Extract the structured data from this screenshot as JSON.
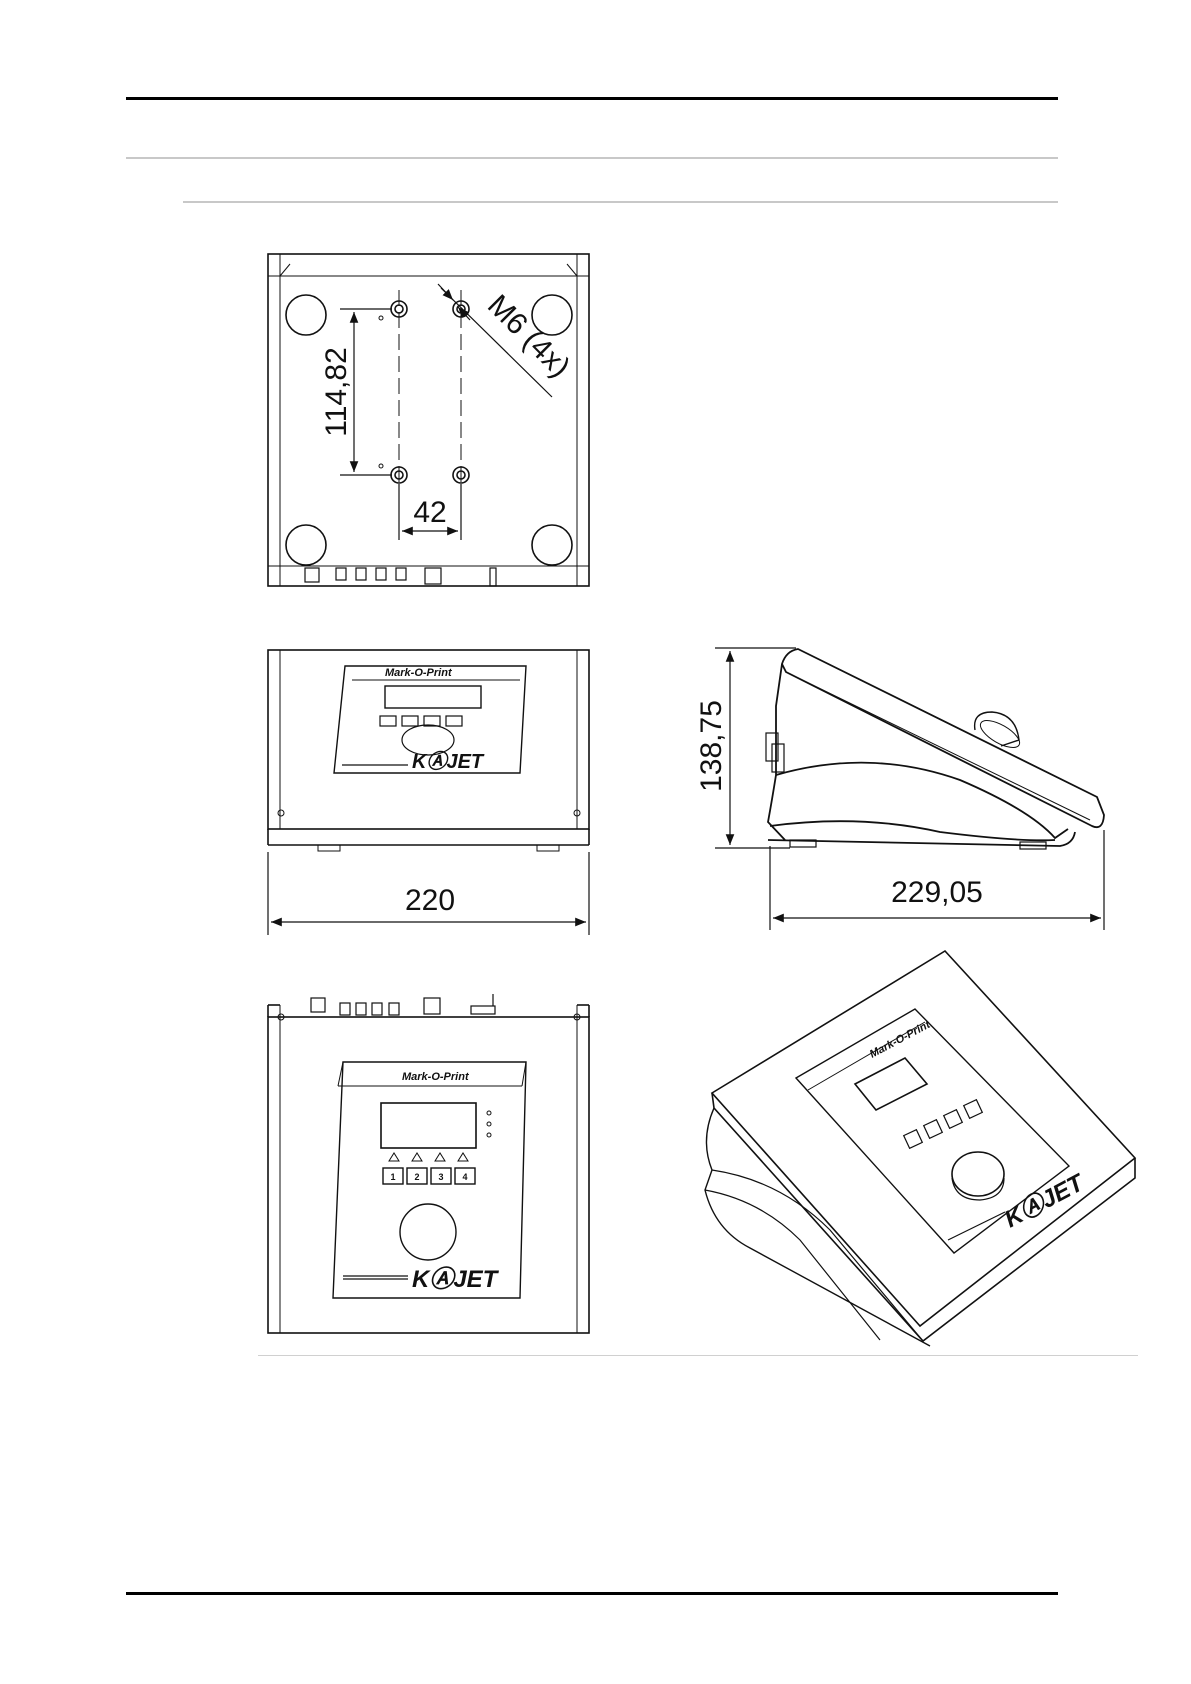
{
  "dimensions": {
    "hole_spacing_vertical": "114,82",
    "hole_spacing_horizontal": "42",
    "thread_callout": "M6 (4x)",
    "front_width": "220",
    "side_height": "138,75",
    "side_depth": "229,05"
  },
  "panel": {
    "logo_label": "Mark-O-Print",
    "brand_label": "KⒶJET",
    "keys": [
      "1",
      "2",
      "3",
      "4"
    ]
  }
}
